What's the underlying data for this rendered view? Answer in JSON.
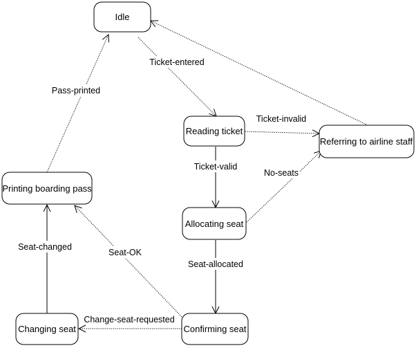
{
  "states": {
    "idle": "Idle",
    "reading_ticket": "Reading ticket",
    "referring": "Referring to airline staff",
    "printing": "Printing boarding pass",
    "allocating": "Allocating seat",
    "confirming": "Confirming seat",
    "changing": "Changing seat"
  },
  "transitions": {
    "ticket_entered": "Ticket-entered",
    "ticket_invalid": "Ticket-invalid",
    "ticket_valid": "Ticket-valid",
    "no_seats": "No-seats",
    "seat_allocated": "Seat-allocated",
    "seat_ok": "Seat-OK",
    "seat_changed": "Seat-changed",
    "pass_printed": "Pass-printed",
    "change_seat_requested": "Change-seat-requested"
  }
}
